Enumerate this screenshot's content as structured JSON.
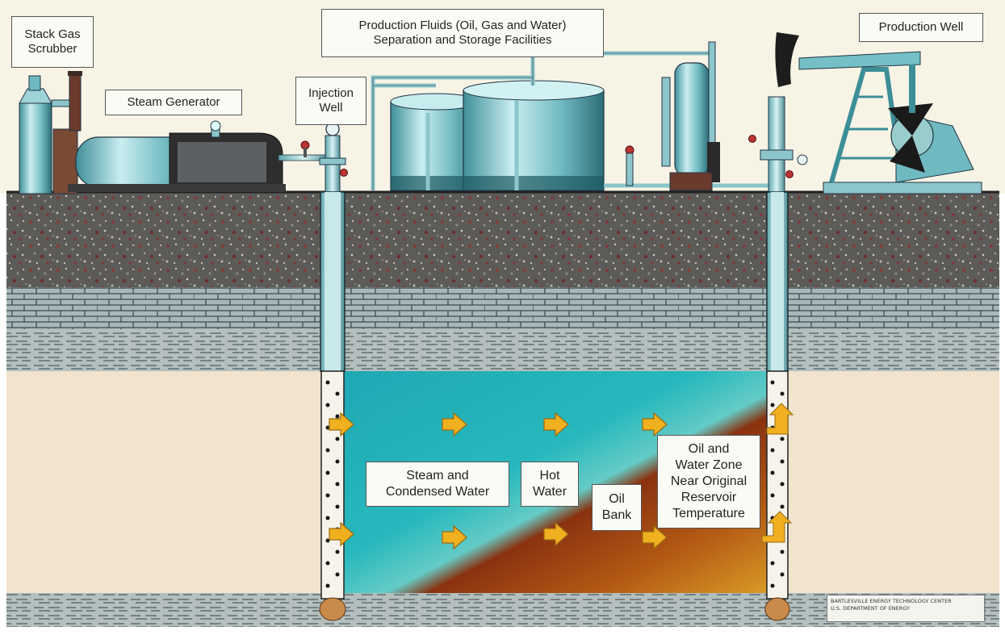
{
  "labels": {
    "stack_gas": [
      "Stack Gas",
      "Scrubber"
    ],
    "steam_generator": "Steam Generator",
    "injection_well": [
      "Injection",
      "Well"
    ],
    "production_fluids": [
      "Production Fluids (Oil, Gas and Water)",
      "Separation and Storage Facilities"
    ],
    "production_well": "Production Well",
    "steam_zone": [
      "Steam and",
      "Condensed Water"
    ],
    "hot_water": [
      "Hot",
      "Water"
    ],
    "oil_bank": [
      "Oil",
      "Bank"
    ],
    "oil_water_zone": [
      "Oil and",
      "Water Zone",
      "Near Original",
      "Reservoir",
      "Temperature"
    ]
  },
  "credit": [
    "BARTLESVILLE ENERGY TECHNOLOGY CENTER",
    "U.S. DEPARTMENT OF ENERGY"
  ],
  "colors": {
    "steam": "#1fb3bb",
    "hot_water": "#5ecfcf",
    "oil": "#9a3a10",
    "oil_bright": "#d08a1a",
    "arrow": "#f0b020",
    "sky": "#f7f4e6",
    "gravel": "#5a5a57",
    "sand": "#f0e2cb",
    "brick": "#9fb3b6",
    "shale": "#aeb9b8"
  }
}
